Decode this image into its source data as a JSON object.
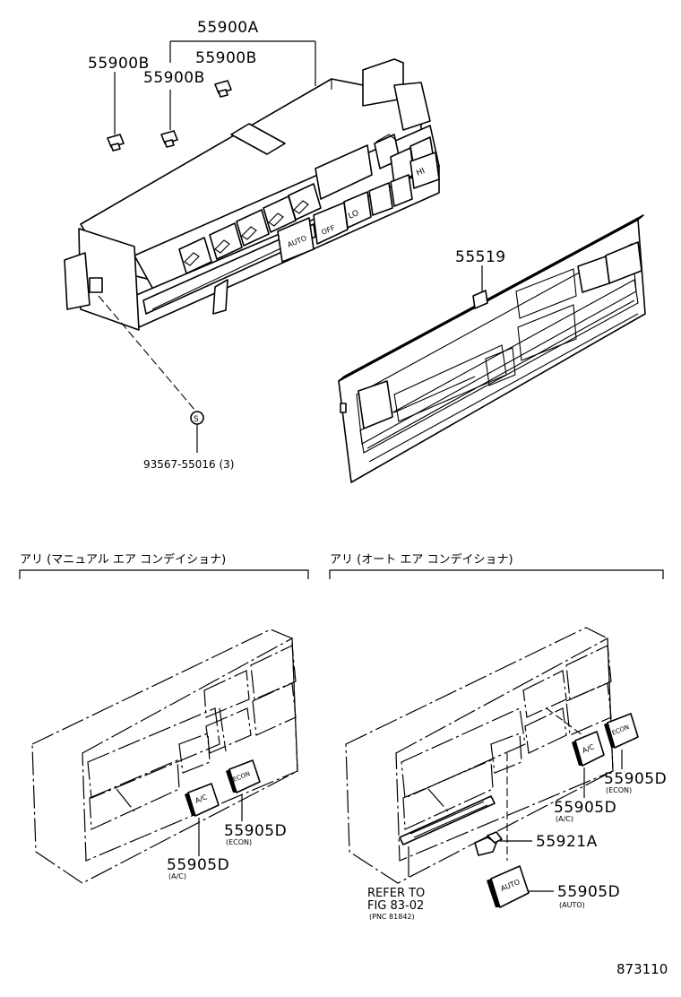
{
  "labels": {
    "panel_assy": "55900A",
    "screw_b_left": "55900B",
    "screw_b_mid": "55900B",
    "screw_b_right": "55900B",
    "panel_cover": "55519",
    "screw_s_symbol": "S",
    "screw_s_part": "93567-55016 (3)",
    "manual_knob_ac": "55905D",
    "manual_knob_ac_sub": "(A/C)",
    "manual_knob_econ": "55905D",
    "manual_knob_econ_sub": "(ECON)",
    "auto_knob_ac": "55905D",
    "auto_knob_ac_sub": "(A/C)",
    "auto_knob_econ": "55905D",
    "auto_knob_econ_sub": "(ECON)",
    "auto_bulb": "55921A",
    "auto_knob_auto": "55905D",
    "auto_knob_auto_sub": "(AUTO)",
    "refer_line1": "REFER TO",
    "refer_line2": "FIG 83-02",
    "refer_line3": "(PNC 81842)",
    "figure_number": "873110"
  },
  "sections": {
    "manual_header": "アリ (マニュアル エア コンデイショナ)",
    "auto_header": "アリ (オート エア コンデイショナ)"
  },
  "button_marks": {
    "auto": "AUTO",
    "off": "OFF",
    "lo": "LO",
    "hi": "HI",
    "ac": "A/C",
    "econ": "ECON"
  }
}
